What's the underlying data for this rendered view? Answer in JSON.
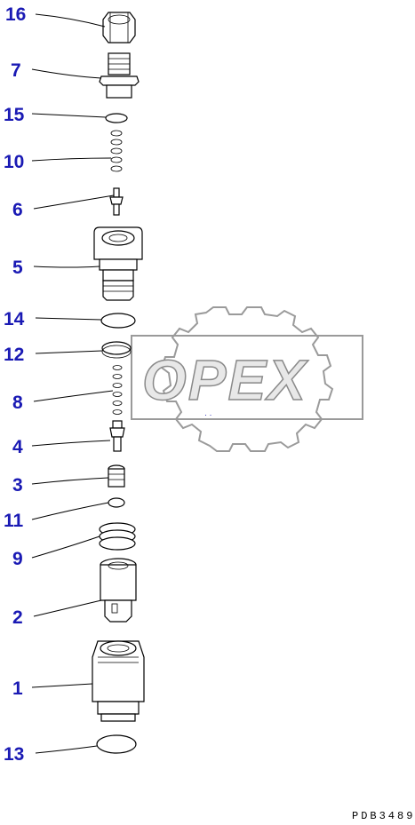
{
  "watermark": {
    "text": "OPEX"
  },
  "document_number": "PDB3489",
  "callouts": [
    {
      "label": "16",
      "part": "nut"
    },
    {
      "label": "7",
      "part": "valve-seat"
    },
    {
      "label": "15",
      "part": "o-ring-small"
    },
    {
      "label": "10",
      "part": "spring-upper"
    },
    {
      "label": "6",
      "part": "pin-upper"
    },
    {
      "label": "5",
      "part": "housing-upper"
    },
    {
      "label": "14",
      "part": "o-ring-large"
    },
    {
      "label": "12",
      "part": "backup-ring"
    },
    {
      "label": "8",
      "part": "spring-middle"
    },
    {
      "label": "4",
      "part": "valve-pin"
    },
    {
      "label": "3",
      "part": "collar"
    },
    {
      "label": "11",
      "part": "washer"
    },
    {
      "label": "9",
      "part": "spring-lower"
    },
    {
      "label": "2",
      "part": "sleeve"
    },
    {
      "label": "1",
      "part": "body"
    },
    {
      "label": "13",
      "part": "o-ring-bottom"
    }
  ]
}
